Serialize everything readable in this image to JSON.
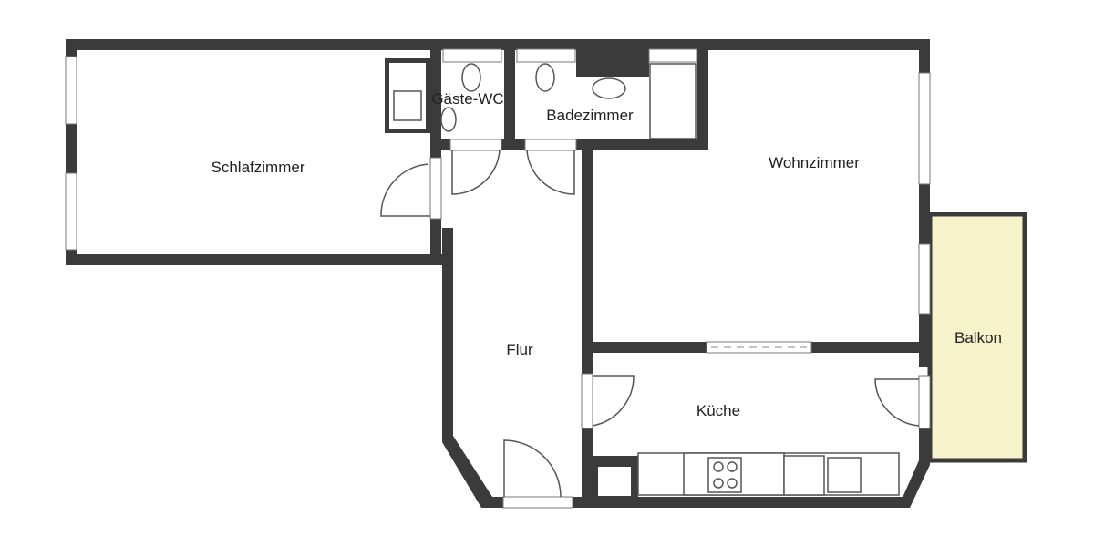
{
  "rooms": {
    "schlafzimmer": "Schlafzimmer",
    "gaeste_wc": "Gäste-WC",
    "badezimmer": "Badezimmer",
    "wohnzimmer": "Wohnzimmer",
    "flur": "Flur",
    "kueche": "Küche",
    "balkon": "Balkon"
  },
  "colors": {
    "wall": "#3b3b3b",
    "balcony": "#f6f2c9"
  }
}
